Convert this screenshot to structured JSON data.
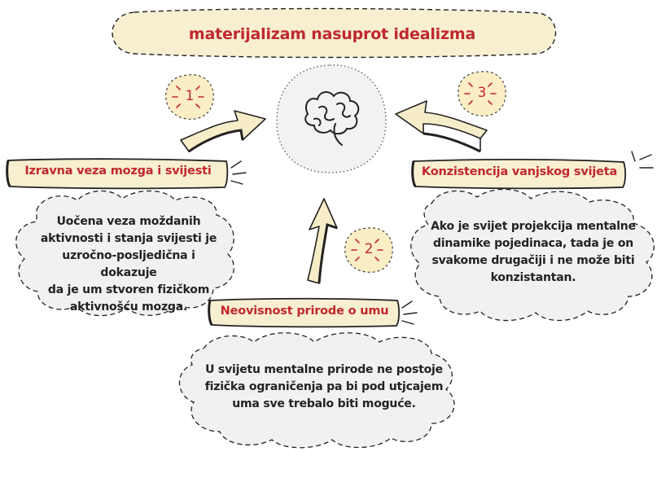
{
  "title": "materijalizam nasuprot idealizma",
  "center": {
    "icon": "brain-icon"
  },
  "points": [
    {
      "number": "1",
      "label": "Izravna veza mozga i svijesti",
      "lines": [
        "Uočena veza moždanih",
        "aktivnosti i stanja svijesti je",
        "uzročno-posljedična i dokazuje",
        "da je um stvoren fizičkom",
        "aktivnošću mozga."
      ]
    },
    {
      "number": "2",
      "label": "Neovisnost prirode o umu",
      "lines": [
        "U svijetu mentalne prirode ne postoje",
        "fizička ograničenja pa bi pod utjcajem",
        "uma sve trebalo biti moguće."
      ]
    },
    {
      "number": "3",
      "label": "Konzistencija vanjskog svijeta",
      "lines": [
        "Ako je svijet projekcija mentalne",
        "dinamike pojedinaca, tada je on",
        "svakome drugačiji i ne može biti",
        "konzistantan."
      ]
    }
  ],
  "colors": {
    "accent": "#c0282d",
    "label_fill": "#f7efd0",
    "badge_fill": "#fbeec4",
    "cloud_fill": "#f1f1f1",
    "arrow_fill": "#f6ecc8"
  }
}
